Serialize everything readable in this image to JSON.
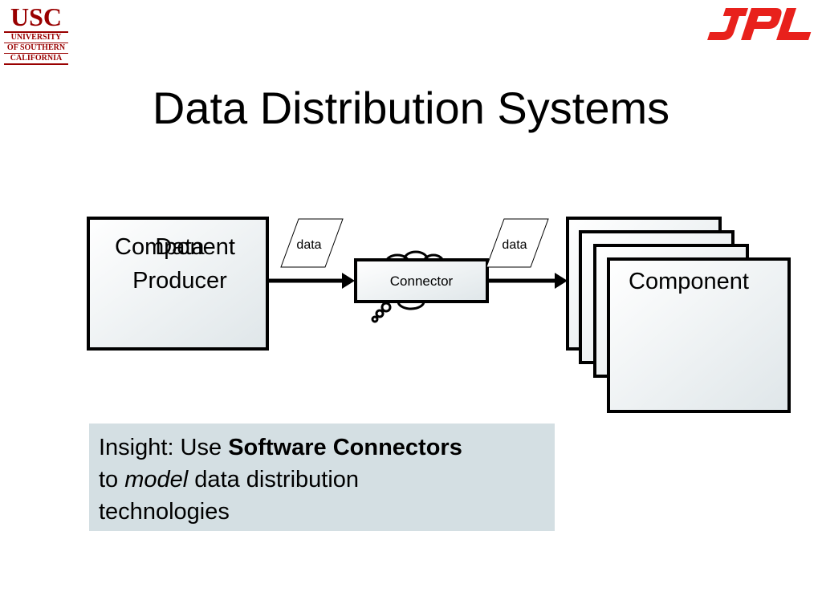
{
  "header": {
    "usc_logo": {
      "big": "USC",
      "line1": "UNIVERSITY",
      "line2": "OF SOUTHERN",
      "line3": "CALIFORNIA"
    },
    "jpl_logo": "JPL"
  },
  "slide": {
    "title": "Data Distribution Systems"
  },
  "diagram": {
    "producer": {
      "overlay_label": "Component",
      "label_line1": "Data",
      "label_line2": "Producer"
    },
    "data_left": "data",
    "data_right": "data",
    "connector": "Connector",
    "consumers": {
      "front_label": "Component"
    }
  },
  "insight": {
    "prefix": "Insight: Use ",
    "bold": "Software Connectors",
    "to": "to ",
    "italic": "model",
    "rest": " data distribution",
    "line3": "technologies"
  },
  "colors": {
    "usc_red": "#990000",
    "jpl_red": "#e8211c",
    "insight_bg": "#d4dfe3"
  }
}
